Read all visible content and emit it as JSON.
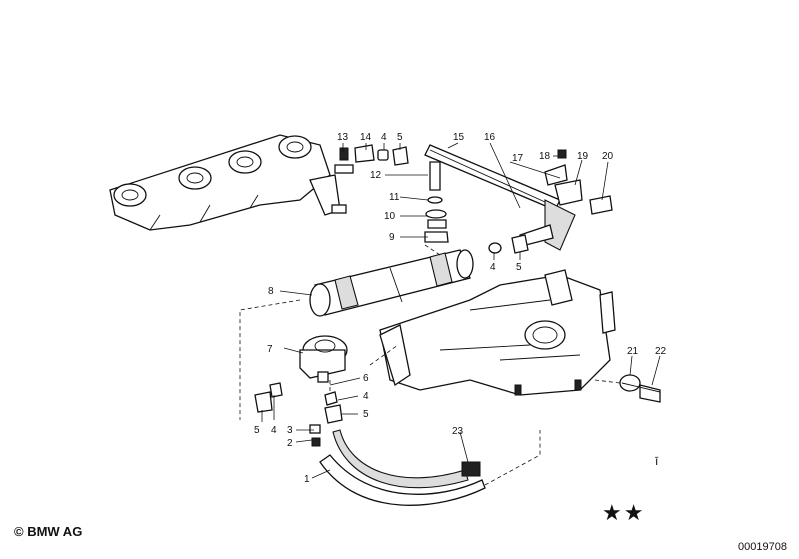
{
  "diagram": {
    "callouts": [
      {
        "label": "1"
      },
      {
        "label": "2"
      },
      {
        "label": "3"
      },
      {
        "label": "4"
      },
      {
        "label": "5"
      },
      {
        "label": "6"
      },
      {
        "label": "7"
      },
      {
        "label": "8"
      },
      {
        "label": "9"
      },
      {
        "label": "10"
      },
      {
        "label": "11"
      },
      {
        "label": "12"
      },
      {
        "label": "13"
      },
      {
        "label": "14"
      },
      {
        "label": "4"
      },
      {
        "label": "5"
      },
      {
        "label": "15"
      },
      {
        "label": "16"
      },
      {
        "label": "17"
      },
      {
        "label": "18"
      },
      {
        "label": "19"
      },
      {
        "label": "20"
      },
      {
        "label": "4"
      },
      {
        "label": "5"
      },
      {
        "label": "4"
      },
      {
        "label": "5"
      },
      {
        "label": "3"
      },
      {
        "label": "2"
      },
      {
        "label": "5"
      },
      {
        "label": "4"
      },
      {
        "label": "21"
      },
      {
        "label": "22"
      },
      {
        "label": "23"
      }
    ],
    "copyright": "© BMW AG",
    "doc_number": "00019708",
    "stars": "★★",
    "note_mark": "ī"
  }
}
